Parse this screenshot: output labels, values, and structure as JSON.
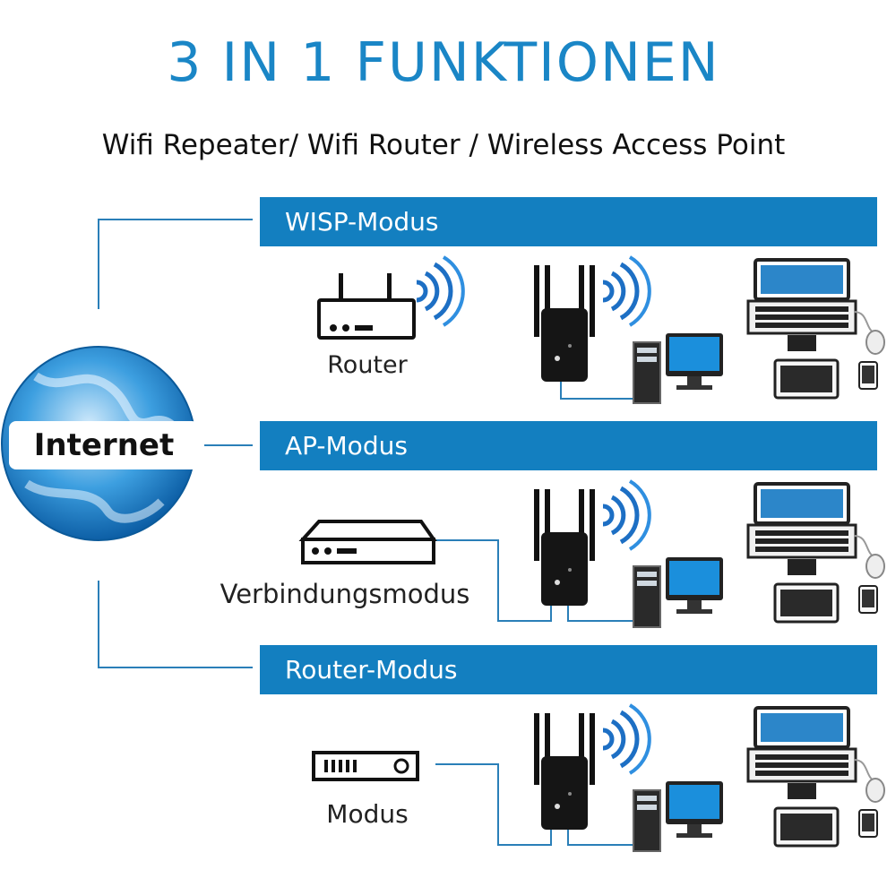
{
  "title": "3 IN 1 FUNKTIONEN",
  "subtitle": "Wifi Repeater/ Wifi Router / Wireless Access Point",
  "globe_label": "Internet",
  "modes": [
    {
      "label": "WISP-Modus",
      "source_label": "Router"
    },
    {
      "label": "AP-Modus",
      "source_label": "Verbindungsmodus"
    },
    {
      "label": "Router-Modus",
      "source_label": "Modus"
    }
  ],
  "colors": {
    "accent": "#137fc0",
    "title": "#1a86c6",
    "line": "#2a7fb8",
    "device": "#111111"
  },
  "icons": [
    "globe-icon",
    "router-icon",
    "wifi-signal-icon",
    "repeater-icon",
    "desktop-pc-icon",
    "laptop-icon",
    "mouse-icon",
    "phone-icon",
    "tablet-icon"
  ]
}
